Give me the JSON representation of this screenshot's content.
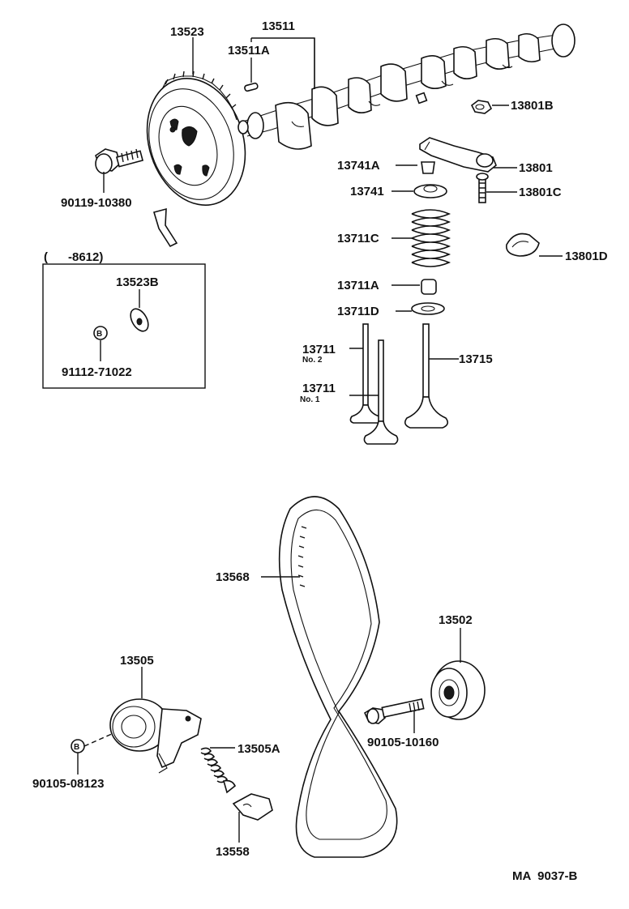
{
  "labels": {
    "p13523": "13523",
    "p13511": "13511",
    "p13511A": "13511A",
    "p13801B": "13801B",
    "p13741A": "13741A",
    "p13801": "13801",
    "p13741": "13741",
    "p13801C": "13801C",
    "p90119": "90119-10380",
    "p13711C": "13711C",
    "p13801D": "13801D",
    "range": "(      -8612)",
    "p13523B": "13523B",
    "p13711A": "13711A",
    "p13711D": "13711D",
    "p91112": "91112-71022",
    "p13711_2": "13711",
    "no2": "No. 2",
    "p13715": "13715",
    "p13711_1": "13711",
    "no1": "No. 1",
    "p13568": "13568",
    "p13502": "13502",
    "p13505": "13505",
    "p13505A": "13505A",
    "p90105_10160": "90105-10160",
    "p90105_08123": "90105-08123",
    "p13558": "13558",
    "figure_code": "MA  9037-B",
    "b_mark_1": "B",
    "b_mark_2": "B"
  }
}
